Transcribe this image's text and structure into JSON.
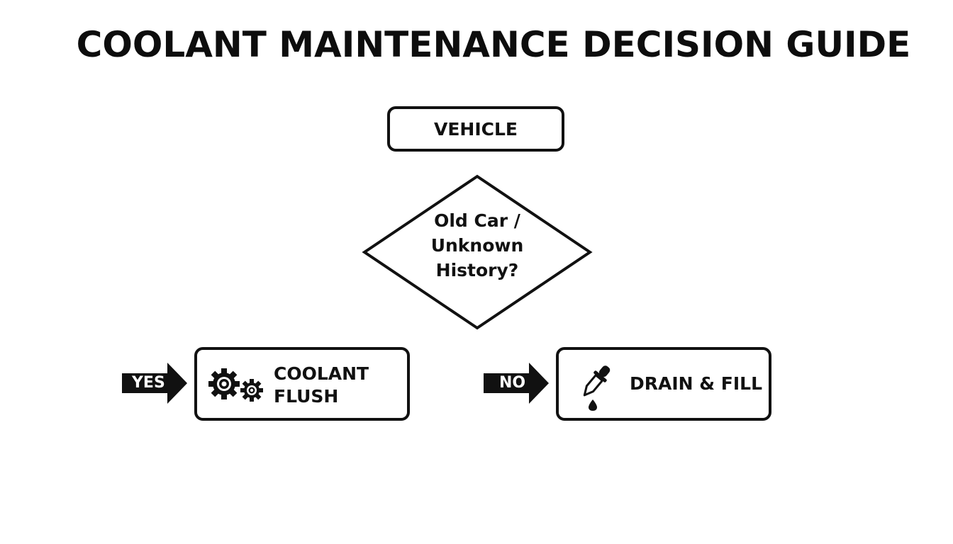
{
  "title": "COOLANT MAINTENANCE DECISION GUIDE",
  "start_node": {
    "label": "VEHICLE"
  },
  "decision": {
    "lines": [
      "Old Car /",
      "Unknown",
      "History?"
    ]
  },
  "branches": [
    {
      "arrow_label": "YES",
      "action_lines": [
        "COOLANT",
        "FLUSH"
      ],
      "icon": "gears-icon"
    },
    {
      "arrow_label": "NO",
      "action_label": "DRAIN & FILL",
      "icon": "dropper-icon"
    }
  ],
  "colors": {
    "ink": "#111111",
    "background": "#ffffff",
    "arrow_text": "#ffffff"
  }
}
